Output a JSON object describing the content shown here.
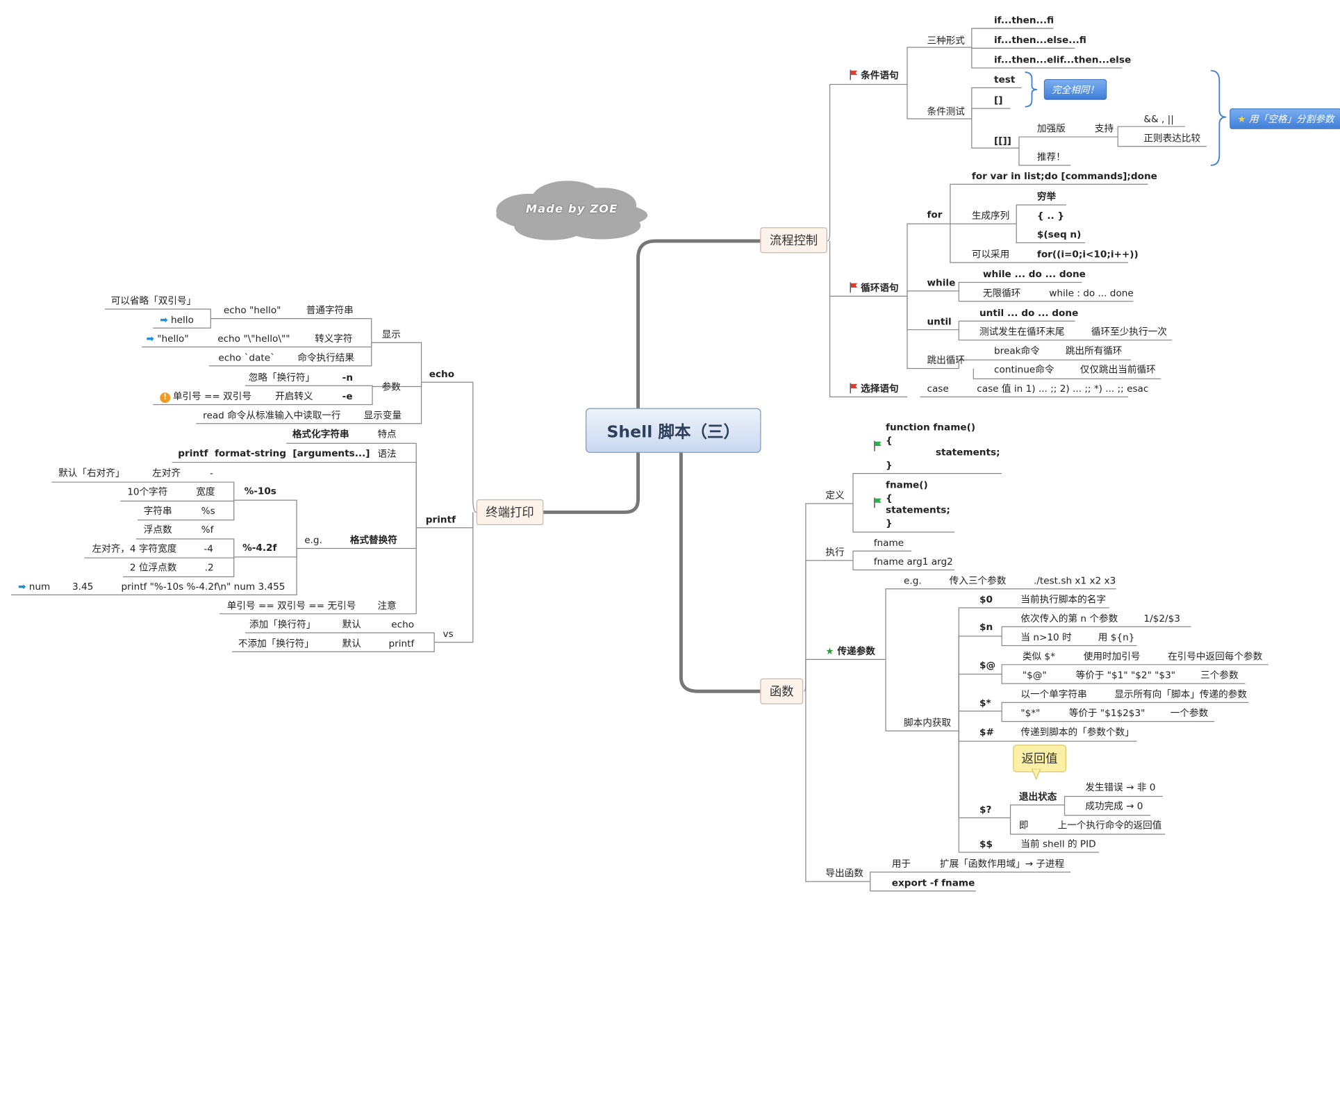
{
  "root": "Shell 脚本（三）",
  "watermark": "Made by ZOE",
  "branches": {
    "flow": "流程控制",
    "func": "函数",
    "term": "终端打印"
  },
  "flow": {
    "cond": {
      "label": "条件语句",
      "forms_label": "三种形式",
      "forms": [
        "if...then...fi",
        "if...then...else...fi",
        "if...then...elif...then...else"
      ],
      "test_label": "条件测试",
      "test_items": [
        "test",
        "[]",
        "[[]]"
      ],
      "same_callout": "完全相同！",
      "enhanced": "加强版",
      "supports": "支持",
      "ops": "&& , ||",
      "regex": "正则表达比较",
      "recommend": "推荐！",
      "space_callout": "用「空格」分割参数"
    },
    "loop": {
      "label": "循环语句",
      "for": "for",
      "for_syntax": "for var in list;do [commands];done",
      "gen_seq": "生成序列",
      "enum": "穷举",
      "range": "{ .. }",
      "seq": "$(seq n)",
      "alt_label": "可以采用",
      "cstyle": "for((i=0;i<10;i++))",
      "while": "while",
      "while_syntax": "while ... do ... done",
      "infinite": "无限循环",
      "infinite_syntax": "while : do ... done",
      "until": "until",
      "until_syntax": "until ... do ... done",
      "until_test": "测试发生在循环末尾",
      "until_once": "循环至少执行一次",
      "jump": "跳出循环",
      "break": "break命令",
      "break_desc": "跳出所有循环",
      "continue": "continue命令",
      "continue_desc": "仅仅跳出当前循环"
    },
    "select": {
      "label": "选择语句",
      "case": "case",
      "case_syntax": "case 值 in 1) ... ;; 2) ... ;; *) ... ;; esac"
    }
  },
  "func": {
    "def": "定义",
    "def1": [
      "function fname()",
      "{",
      "statements;",
      "}"
    ],
    "def2": [
      "fname()",
      "{",
      "statements;",
      "}"
    ],
    "exec": "执行",
    "exec_items": [
      "fname",
      "fname arg1 arg2"
    ],
    "params": "传递参数",
    "eg": "e.g.",
    "pass3": "传入三个参数",
    "pass3_cmd": "./test.sh x1 x2 x3",
    "inner": "脚本内获取",
    "p0": "$0",
    "p0_desc": "当前执行脚本的名字",
    "pn": "$n",
    "pn_desc": "依次传入的第 n 个参数",
    "pn_ex": "1/$2/$3",
    "pn_gt": "当 n>10 时",
    "pn_use": "用 ${n}",
    "pat": "$@",
    "pat_like": "类似 $*",
    "pat_quote": "使用时加引号",
    "pat_ret": "在引号中返回每个参数",
    "pat_q": "\"$@\"",
    "pat_eq": "等价于 \"$1\" \"$2\" \"$3\"",
    "pat_three": "三个参数",
    "pstar": "$*",
    "pstar_single": "以一个单字符串",
    "pstar_show": "显示所有向「脚本」传递的参数",
    "pstar_q": "\"$*\"",
    "pstar_eq": "等价于 \"$1$2$3\"",
    "pstar_one": "一个参数",
    "phash": "$#",
    "phash_desc": "传递到脚本的「参数个数」",
    "ret_callout": "返回值",
    "pq": "$?",
    "exit": "退出状态",
    "err": "发生错误 → 非 0",
    "ok": "成功完成 → 0",
    "ie": "即",
    "last": "上一个执行命令的返回值",
    "pdd": "$$",
    "pdd_desc": "当前 shell 的 PID",
    "export": "导出函数",
    "for_label": "用于",
    "extend": "扩展「函数作用域」→ 子进程",
    "export_cmd": "export -f fname"
  },
  "term": {
    "echo": "echo",
    "show": "显示",
    "omit": "可以省略「双引号」",
    "echo1": "echo \"hello\"",
    "plain": "普通字符串",
    "hello": "hello",
    "qhello": "\"hello\"",
    "echo2": "echo \"\\\"hello\\\"\"",
    "escape": "转义字符",
    "echo3": "echo `date`",
    "cmdres": "命令执行结果",
    "param": "参数",
    "ignore_nl": "忽略「换行符」",
    "n": "-n",
    "sq": "单引号 == 双引号",
    "enable_esc": "开启转义",
    "e": "-e",
    "read": "read 命令从标准输入中读取一行",
    "showvar": "显示变量",
    "printf": "printf",
    "fmtstr": "格式化字符串",
    "feature": "特点",
    "syntax_cmd": "printf  format-string  [arguments...]",
    "syntax": "语法",
    "default_right": "默认「右对齐」",
    "left": "左对齐",
    "dash": "-",
    "f10s": "%-10s",
    "ten": "10个字符",
    "width": "宽度",
    "str": "字符串",
    "pcts": "%s",
    "float": "浮点数",
    "pctf": "%f",
    "left4": "左对齐，4 字符宽度",
    "m4": "-4",
    "f42": "%-4.2f",
    "two": "2 位浮点数",
    "d2": ".2",
    "eg": "e.g.",
    "subst": "格式替换符",
    "num": "num",
    "val": "3.45",
    "printf_ex": "printf \"%-10s %-4.2f\\n\" num 3.455",
    "quotes": "单引号 == 双引号 == 无引号",
    "note": "注意",
    "add_nl": "添加「换行符」",
    "default1": "默认",
    "echo_w": "echo",
    "no_nl": "不添加「换行符」",
    "default2": "默认",
    "printf_w": "printf",
    "vs": "vs"
  }
}
